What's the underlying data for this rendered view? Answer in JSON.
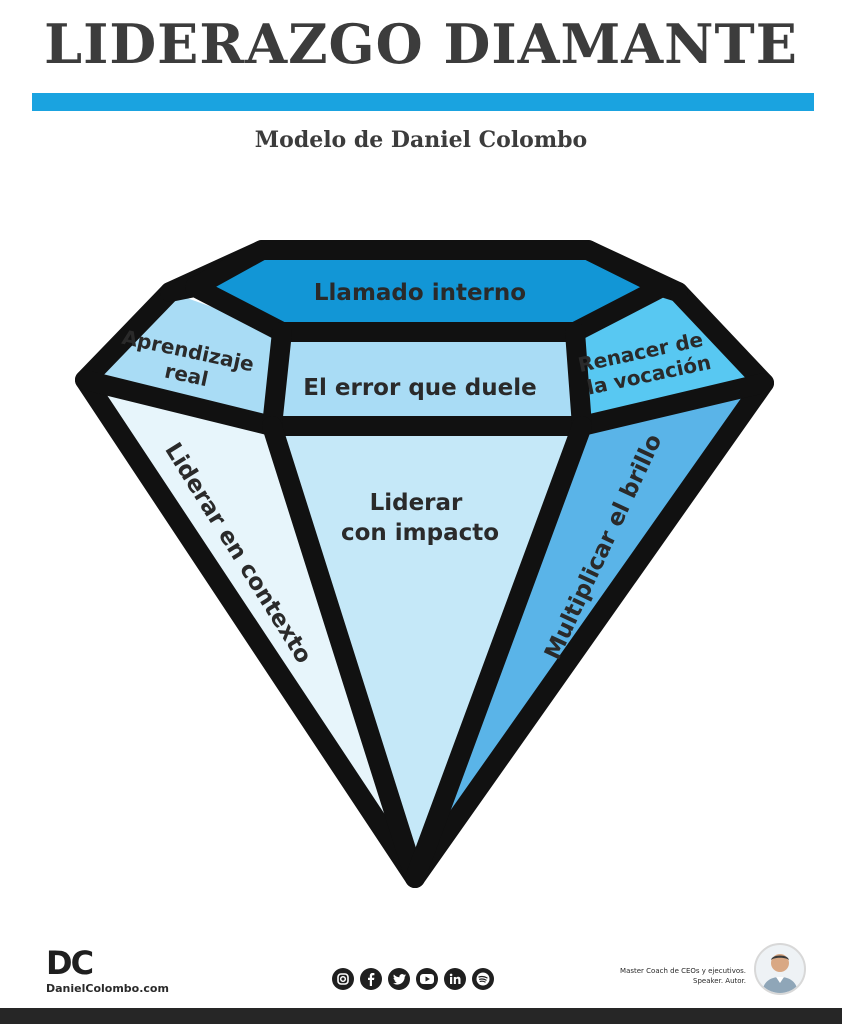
{
  "header": {
    "title": "LIDERAZGO DIAMANTE",
    "subtitle": "Modelo de Daniel Colombo"
  },
  "diamond": {
    "facets": {
      "top": {
        "label": "Llamado interno",
        "color": "#1296d6"
      },
      "left_crown": {
        "label_lines": [
          "Aprendizaje",
          "real"
        ],
        "color": "#a9dcf5"
      },
      "center_crown": {
        "label": "El error que duele",
        "color": "#a9dcf5"
      },
      "right_crown": {
        "label_lines": [
          "Renacer de",
          "la vocación"
        ],
        "color": "#58c8f2"
      },
      "left_pavilion": {
        "label": "Liderar en contexto",
        "color": "#e7f5fb"
      },
      "center_pavilion": {
        "label_lines": [
          "Liderar",
          "con impacto"
        ],
        "color": "#c5e8f8"
      },
      "right_pavilion": {
        "label": "Multiplicar el brillo",
        "color": "#5ab4e8"
      }
    },
    "outline_color": "#111111"
  },
  "footer": {
    "logo_mark": "DC",
    "website": "DanielColombo.com",
    "social_icons": [
      "instagram-icon",
      "facebook-icon",
      "twitter-icon",
      "youtube-icon",
      "linkedin-icon",
      "spotify-icon"
    ],
    "tagline_lines": [
      "Master Coach de CEOs y ejecutivos.",
      "Speaker. Autor."
    ]
  }
}
